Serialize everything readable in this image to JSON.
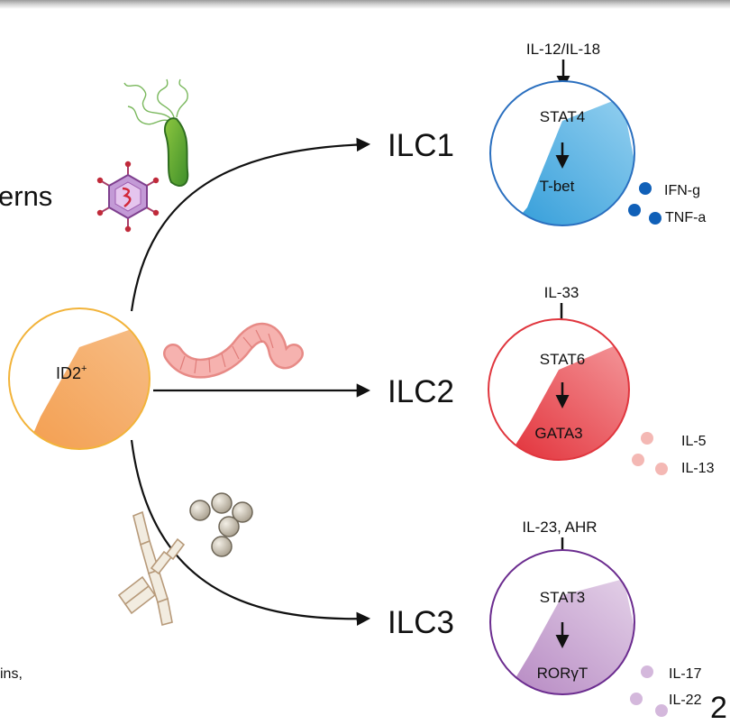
{
  "slide": {
    "partial_left_title": "erns",
    "partial_left_footnote": "ins,",
    "page_number_partial": "2"
  },
  "progenitor": {
    "label": "ID2",
    "superscript": "+"
  },
  "branches": [
    {
      "name": "ILC1",
      "inducer": "IL-12/IL-18",
      "stat": "STAT4",
      "factor": "T-bet",
      "cytokines": [
        "IFN-g",
        "TNF-a"
      ],
      "fill_color": "#2e9fd9",
      "border_color": "#2a6fbf",
      "dot_color": "#1060b8"
    },
    {
      "name": "ILC2",
      "inducer": "IL-33",
      "stat": "STAT6",
      "factor": "GATA3",
      "cytokines": [
        "IL-5",
        "IL-13"
      ],
      "fill_color": "#e8313a",
      "border_color": "#e0363e",
      "dot_color": "#f4b8b4"
    },
    {
      "name": "ILC3",
      "inducer": "IL-23, AHR",
      "stat": "STAT3",
      "factor": "RORγT",
      "cytokines": [
        "IL-17",
        "IL-22"
      ],
      "fill_color": "#b78cc0",
      "border_color": "#6b2c8f",
      "dot_color": "#d4b8dc"
    }
  ],
  "pathogen_icons": [
    "virus-icon",
    "bacterium-icon",
    "worm-icon",
    "cocci-cluster-icon",
    "fungus-hyphae-icon"
  ]
}
